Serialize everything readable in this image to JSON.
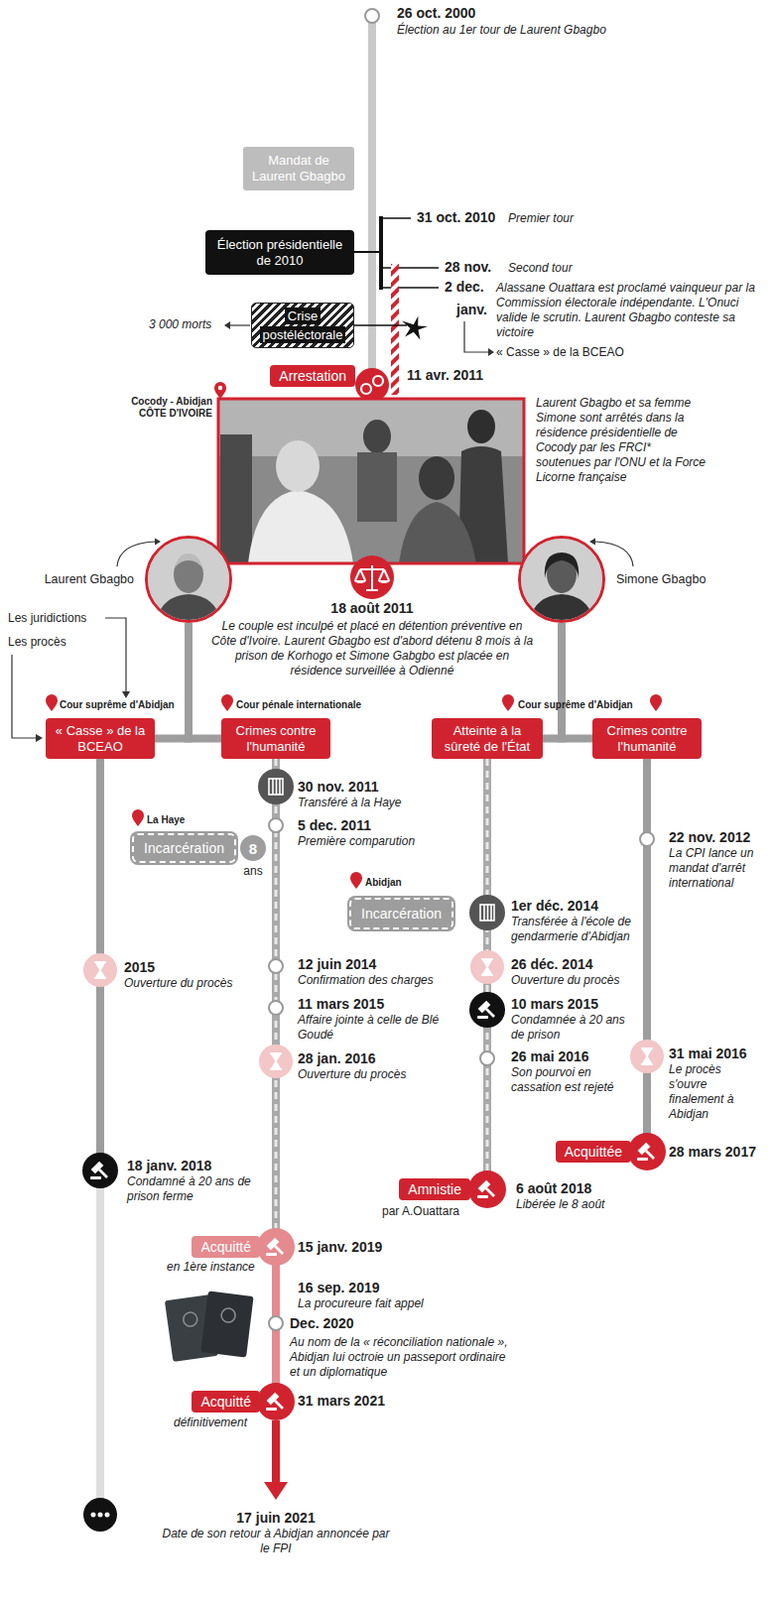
{
  "diagram": {
    "nodes": [
      {
        "text": [
          "Mandat de Laurent Gbagbo"
        ]
      },
      {
        "text": [
          "Élection présidentielle de 2010"
        ]
      },
      {
        "text": [
          "Crise postéléctorale"
        ]
      },
      {
        "text": [
          "Arrestation"
        ]
      },
      {
        "text": [
          "Laurent Gbagbo"
        ]
      },
      {
        "text": [
          "Simone Gbagbo"
        ]
      },
      {
        "text": [
          "« Casse » de la BCEAO"
        ]
      },
      {
        "text": [
          "Crimes contre l'humanité"
        ]
      },
      {
        "text": [
          "Atteinte à la sûreté de l'État"
        ]
      },
      {
        "text": [
          "Crimes contre l'humanité"
        ]
      },
      {
        "text": [
          "Incarcération"
        ]
      },
      {
        "text": [
          "8"
        ]
      },
      {
        "text": [
          "Incarcération"
        ]
      },
      {
        "text": [
          "Acquittée"
        ]
      },
      {
        "text": [
          "Amnistie"
        ]
      },
      {
        "text": [
          "Acquitté"
        ]
      },
      {
        "text": [
          "Acquitté"
        ]
      }
    ],
    "edges": [
      {
        "from": 4,
        "to": 6,
        "arrow": "none"
      },
      {
        "from": 4,
        "to": 7,
        "arrow": "none"
      },
      {
        "from": 5,
        "to": 8,
        "arrow": "none"
      },
      {
        "from": 5,
        "to": 9,
        "arrow": "none"
      },
      {
        "from": 7,
        "to": 15,
        "arrow": "none"
      },
      {
        "from": 15,
        "to": 16,
        "arrow": "none"
      },
      {
        "from": 8,
        "to": 14,
        "arrow": "none"
      },
      {
        "from": 9,
        "to": 13,
        "arrow": "none"
      }
    ],
    "labels": [
      "26 oct. 2000",
      "Élection au 1er tour de Laurent Gbagbo",
      "31 oct. 2010",
      "Premier tour",
      "28 nov.",
      "Second tour",
      "2 dec.",
      "Alassane Ouattara est proclamé vainqueur par la Commission électorale indépendante. L'Onuci valide le scrutin. Laurent Gbagbo conteste sa victoire",
      "janv.",
      "« Casse » de la BCEAO",
      "3 000 morts",
      "11 avr. 2011",
      "Cocody - Abidjan",
      "CÔTE D'IVOIRE",
      "Laurent Gbagbo et sa femme Simone sont arrêtés dans la résidence présidentielle de Cocody par les FRCI* soutenues par l'ONU et la Force Licorne française",
      "18 août 2011",
      "Le couple est inculpé et placé en détention préventive en Côte d'Ivoire. Laurent Gbagbo est d'abord détenu 8 mois à la prison de Korhogo et Simone Gabgbo est placée en résidence surveillée à Odienné",
      "Les juridictions",
      "Les procès",
      "Cour suprême d'Abidjan",
      "Cour pénale internationale",
      "Cour suprême d'Abidjan",
      "30 nov. 2011",
      "Transféré à la Haye",
      "La Haye",
      "5 dec. 2011",
      "Première comparution",
      "ans",
      "Abidjan",
      "1er déc. 2014",
      "Transférée à l'école de gendarmerie d'Abidjan",
      "22 nov. 2012",
      "La CPI lance un mandat d'arrêt international",
      "2015",
      "Ouverture du procès",
      "12 juin 2014",
      "Confirmation des charges",
      "26 déc. 2014",
      "Ouverture du procès",
      "10 mars 2015",
      "Condamnée à 20 ans de prison",
      "11 mars 2015",
      "Affaire jointe à celle de Blé Goudé",
      "28 jan. 2016",
      "Ouverture du procès",
      "26 mai 2016",
      "Son pourvoi en cassation est rejeté",
      "31 mai 2016",
      "Le procès s'ouvre finalement à Abidjan",
      "28 mars 2017",
      "18 janv. 2018",
      "Condamné à 20 ans de prison ferme",
      "6 août 2018",
      "Libérée le 8 août",
      "par A.Ouattara",
      "15 janv. 2019",
      "en 1ère instance",
      "16 sep. 2019",
      "La procureure fait appel",
      "Dec. 2020",
      "Au nom de la « réconciliation nationale », Abidjan lui octroie un passeport ordinaire et un diplomatique",
      "31 mars 2021",
      "définitivement",
      "17 juin 2021",
      "Date de son retour à Abidjan annoncée par le FPI"
    ]
  }
}
